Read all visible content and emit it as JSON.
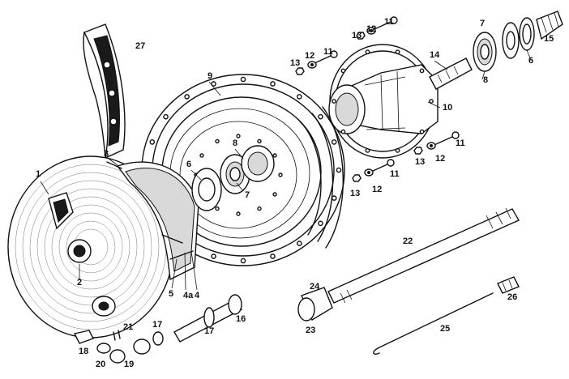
{
  "part_numbers": [
    {
      "id": "p1",
      "text": "1"
    },
    {
      "id": "p2",
      "text": "2"
    },
    {
      "id": "p3",
      "text": "3"
    },
    {
      "id": "p4",
      "text": "4"
    },
    {
      "id": "p4a",
      "text": "4a"
    },
    {
      "id": "p5",
      "text": "5"
    },
    {
      "id": "p6a",
      "text": "6"
    },
    {
      "id": "p6b",
      "text": "6"
    },
    {
      "id": "p7a",
      "text": "7"
    },
    {
      "id": "p7b",
      "text": "7"
    },
    {
      "id": "p8a",
      "text": "8"
    },
    {
      "id": "p8b",
      "text": "8"
    },
    {
      "id": "p9",
      "text": "9"
    },
    {
      "id": "p10",
      "text": "10"
    },
    {
      "id": "p11a",
      "text": "11"
    },
    {
      "id": "p11b",
      "text": "11"
    },
    {
      "id": "p11c",
      "text": "11"
    },
    {
      "id": "p11d",
      "text": "11"
    },
    {
      "id": "p12a",
      "text": "12"
    },
    {
      "id": "p12b",
      "text": "12"
    },
    {
      "id": "p12c",
      "text": "12"
    },
    {
      "id": "p12d",
      "text": "12"
    },
    {
      "id": "p13a",
      "text": "13"
    },
    {
      "id": "p13b",
      "text": "13"
    },
    {
      "id": "p13c",
      "text": "13"
    },
    {
      "id": "p13d",
      "text": "13"
    },
    {
      "id": "p14",
      "text": "14"
    },
    {
      "id": "p15",
      "text": "15"
    },
    {
      "id": "p16",
      "text": "16"
    },
    {
      "id": "p17a",
      "text": "17"
    },
    {
      "id": "p17b",
      "text": "17"
    },
    {
      "id": "p18",
      "text": "18"
    },
    {
      "id": "p19",
      "text": "19"
    },
    {
      "id": "p20",
      "text": "20"
    },
    {
      "id": "p21",
      "text": "21"
    },
    {
      "id": "p22",
      "text": "22"
    },
    {
      "id": "p23",
      "text": "23"
    },
    {
      "id": "p24",
      "text": "24"
    },
    {
      "id": "p25",
      "text": "25"
    },
    {
      "id": "p26",
      "text": "26"
    },
    {
      "id": "p27",
      "text": "27"
    }
  ],
  "colors": {
    "ink": "#111111",
    "paper": "#ffffff",
    "lining": "#1a1a1a"
  }
}
